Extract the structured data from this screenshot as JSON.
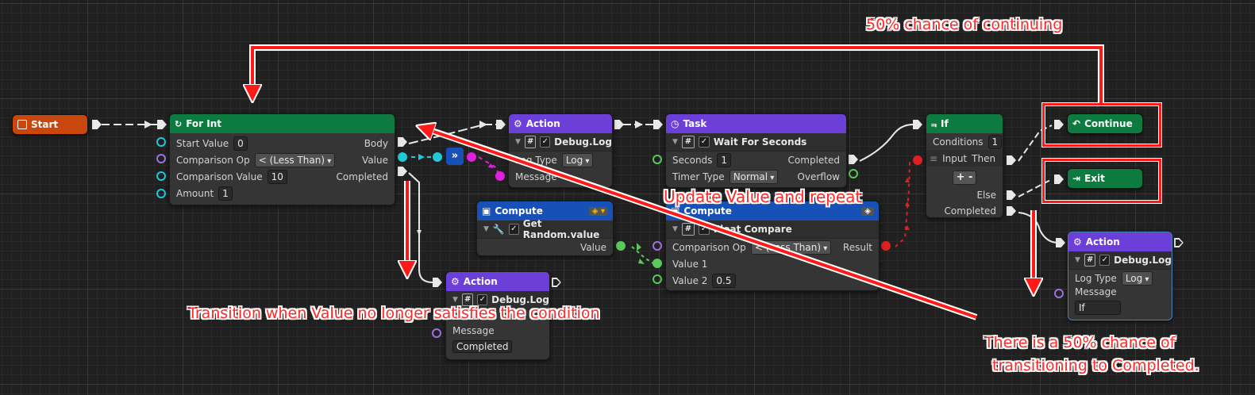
{
  "nodes": {
    "start": {
      "title": "Start"
    },
    "for_int": {
      "title": "For Int",
      "start_value_label": "Start Value",
      "start_value": "0",
      "comparison_op_label": "Comparison Op",
      "comparison_op": "< (Less Than)",
      "comparison_value_label": "Comparison Value",
      "comparison_value": "10",
      "amount_label": "Amount",
      "amount": "1",
      "body_label": "Body",
      "value_label": "Value",
      "completed_label": "Completed"
    },
    "action_top": {
      "title": "Action",
      "sub": "Debug.Log",
      "log_type_label": "Log Type",
      "log_type": "Log",
      "message_label": "Message"
    },
    "task": {
      "title": "Task",
      "sub": "Wait For Seconds",
      "seconds_label": "Seconds",
      "seconds": "1",
      "timer_type_label": "Timer Type",
      "timer_type": "Normal",
      "completed_label": "Completed",
      "overflow_label": "Overflow"
    },
    "if": {
      "title": "If",
      "conditions_label": "Conditions",
      "conditions": "1",
      "input_label": "Input",
      "then_label": "Then",
      "plus": "+",
      "minus": "-",
      "else_label": "Else",
      "completed_label": "Completed"
    },
    "continue": {
      "title": "Continue"
    },
    "exit": {
      "title": "Exit"
    },
    "compute_random": {
      "title": "Compute",
      "sub": "Get Random.value",
      "value_label": "Value"
    },
    "compute_compare": {
      "title": "Compute",
      "sub": "Float Compare",
      "comparison_op_label": "Comparison Op",
      "comparison_op": "< (Less Than)",
      "result_label": "Result",
      "value1_label": "Value 1",
      "value2_label": "Value 2",
      "value2": "0.5"
    },
    "action_bottom": {
      "title": "Action",
      "sub": "Debug.Log",
      "message_label": "Message",
      "message": "Completed"
    },
    "action_if": {
      "title": "Action",
      "sub": "Debug.Log",
      "log_type_label": "Log Type",
      "log_type": "Log",
      "message_label": "Message",
      "message": "If"
    }
  },
  "annotations": {
    "continue_chance": "50% chance of continuing",
    "update_repeat": "Update Value and repeat",
    "transition": "Transition when Value no longer satisfies the condition",
    "completed_chance_1": "There is a 50% chance of",
    "completed_chance_2": "transitioning to Completed."
  },
  "colors": {
    "annotation": "#ff1a1a",
    "header_green": "#0d7a3f",
    "header_purple": "#6b3fd8",
    "header_blue": "#1750b6",
    "header_orange": "#c9470c"
  }
}
